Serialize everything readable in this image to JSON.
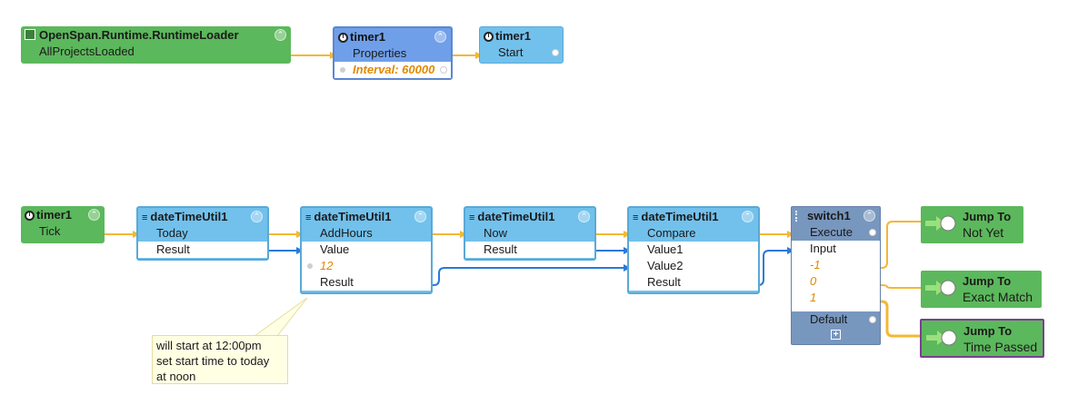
{
  "nodes": {
    "runtime_loader": {
      "title": "OpenSpan.Runtime.RuntimeLoader",
      "event": "AllProjectsLoaded"
    },
    "timer_props": {
      "title": "timer1",
      "row_properties": "Properties",
      "row_interval": "Interval: 60000"
    },
    "timer_start": {
      "title": "timer1",
      "method": "Start"
    },
    "timer_tick": {
      "title": "timer1",
      "event": "Tick"
    },
    "dt_today": {
      "title": "dateTimeUtil1",
      "method": "Today",
      "result": "Result"
    },
    "dt_addhours": {
      "title": "dateTimeUtil1",
      "method": "AddHours",
      "param_value": "Value",
      "param_hours": "12",
      "result": "Result"
    },
    "dt_now": {
      "title": "dateTimeUtil1",
      "method": "Now",
      "result": "Result"
    },
    "dt_compare": {
      "title": "dateTimeUtil1",
      "method": "Compare",
      "param1": "Value1",
      "param2": "Value2",
      "result": "Result"
    },
    "switch": {
      "title": "switch1",
      "execute": "Execute",
      "input": "Input",
      "case1": "-1",
      "case2": "0",
      "case3": "1",
      "default": "Default"
    },
    "jump_not_yet": {
      "title": "Jump To",
      "label": "Not Yet"
    },
    "jump_exact": {
      "title": "Jump To",
      "label": "Exact Match"
    },
    "jump_passed": {
      "title": "Jump To",
      "label": "Time Passed"
    }
  },
  "note": {
    "line1": "will start at 12:00pm",
    "line2": "set start time to today",
    "line3": "at noon"
  },
  "colors": {
    "event_node": "#5cb85c",
    "method_node": "#72c1ec",
    "selected_node": "#6f9fe9",
    "switch_node": "#7897be",
    "event_wire": "#f3b833",
    "data_wire": "#2a7ad9",
    "literal_value": "#e08a00",
    "selection_border": "#7b3f8f"
  }
}
